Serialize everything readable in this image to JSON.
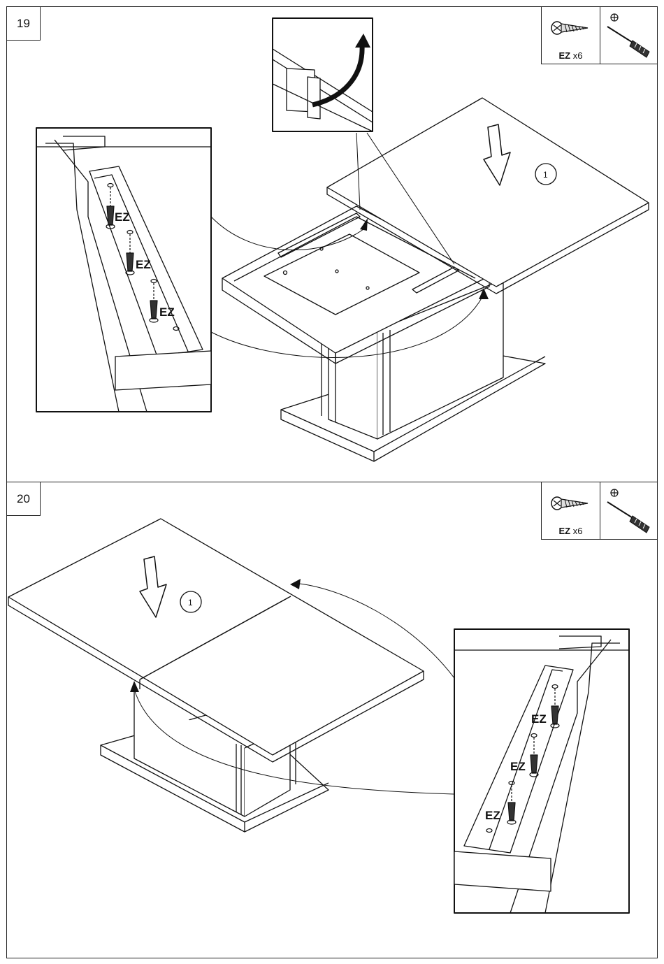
{
  "steps": [
    {
      "number": "19",
      "part_code": "EZ",
      "part_qty": "x6",
      "part_icon": "screw-icon",
      "tool_icon": "screwdriver-icon",
      "callout_label": "1",
      "screw_labels": [
        "EZ",
        "EZ",
        "EZ"
      ]
    },
    {
      "number": "20",
      "part_code": "EZ",
      "part_qty": "x6",
      "part_icon": "screw-icon",
      "tool_icon": "screwdriver-icon",
      "callout_label": "1",
      "screw_labels": [
        "EZ",
        "EZ",
        "EZ"
      ]
    }
  ]
}
